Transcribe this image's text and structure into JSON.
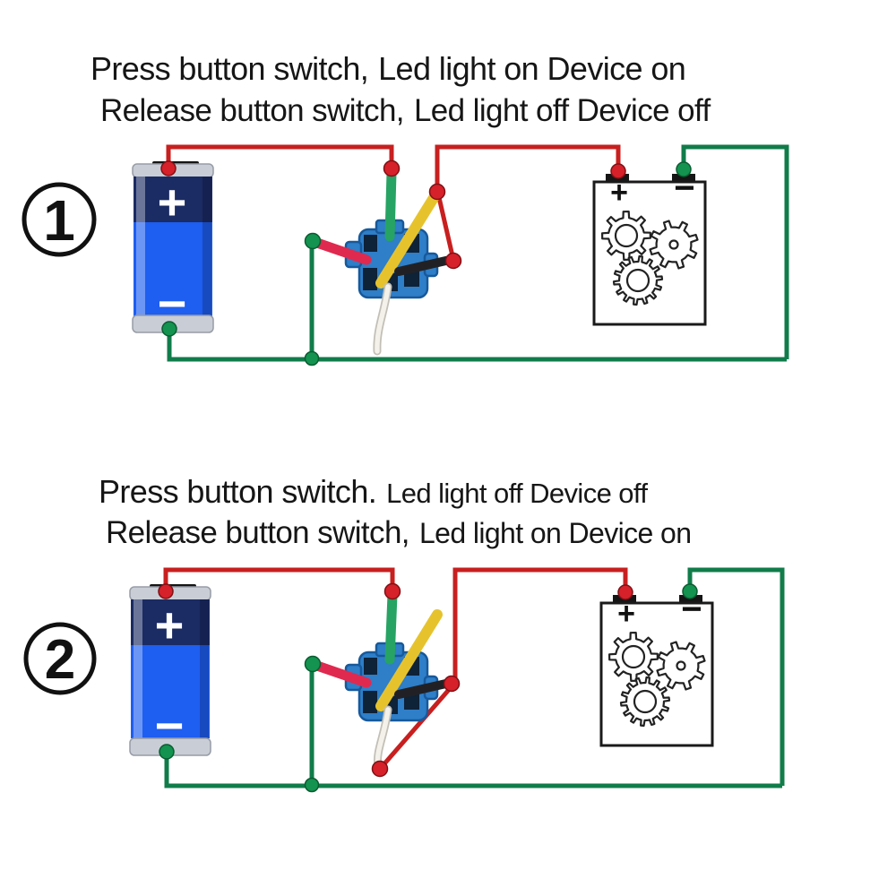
{
  "sections": [
    {
      "number": "1",
      "heading_line1_a": "Press button switch,",
      "heading_line1_b": "Led light on Device on",
      "heading_line2_a": "Release button switch,",
      "heading_line2_b": "Led light off Device off",
      "battery_plus": "+",
      "battery_minus": "−",
      "device_plus": "+",
      "device_minus": "−"
    },
    {
      "number": "2",
      "heading_line1_a": "Press button switch.",
      "heading_line1_b": "Led light off Device off",
      "heading_line2_a": "Release button switch,",
      "heading_line2_b": "Led light on Device on",
      "battery_plus": "+",
      "battery_minus": "−",
      "device_plus": "+",
      "device_minus": "−"
    }
  ],
  "colors": {
    "wire_red": "#c81f1f",
    "wire_green": "#107c4a",
    "junction_dot_red": "#d6202a",
    "junction_dot_green": "#13934f",
    "battery_top_blue": "#1b2b63",
    "battery_body_blue": "#1e5ef0",
    "battery_cap_silver": "#c9ced6",
    "connector_blue": "#2e7ec8",
    "lead_green": "#27a363",
    "lead_yellow": "#e6c32d",
    "lead_pink": "#e0294f",
    "lead_black": "#212125",
    "lead_white": "#f3f1ea",
    "text": "#161616"
  }
}
